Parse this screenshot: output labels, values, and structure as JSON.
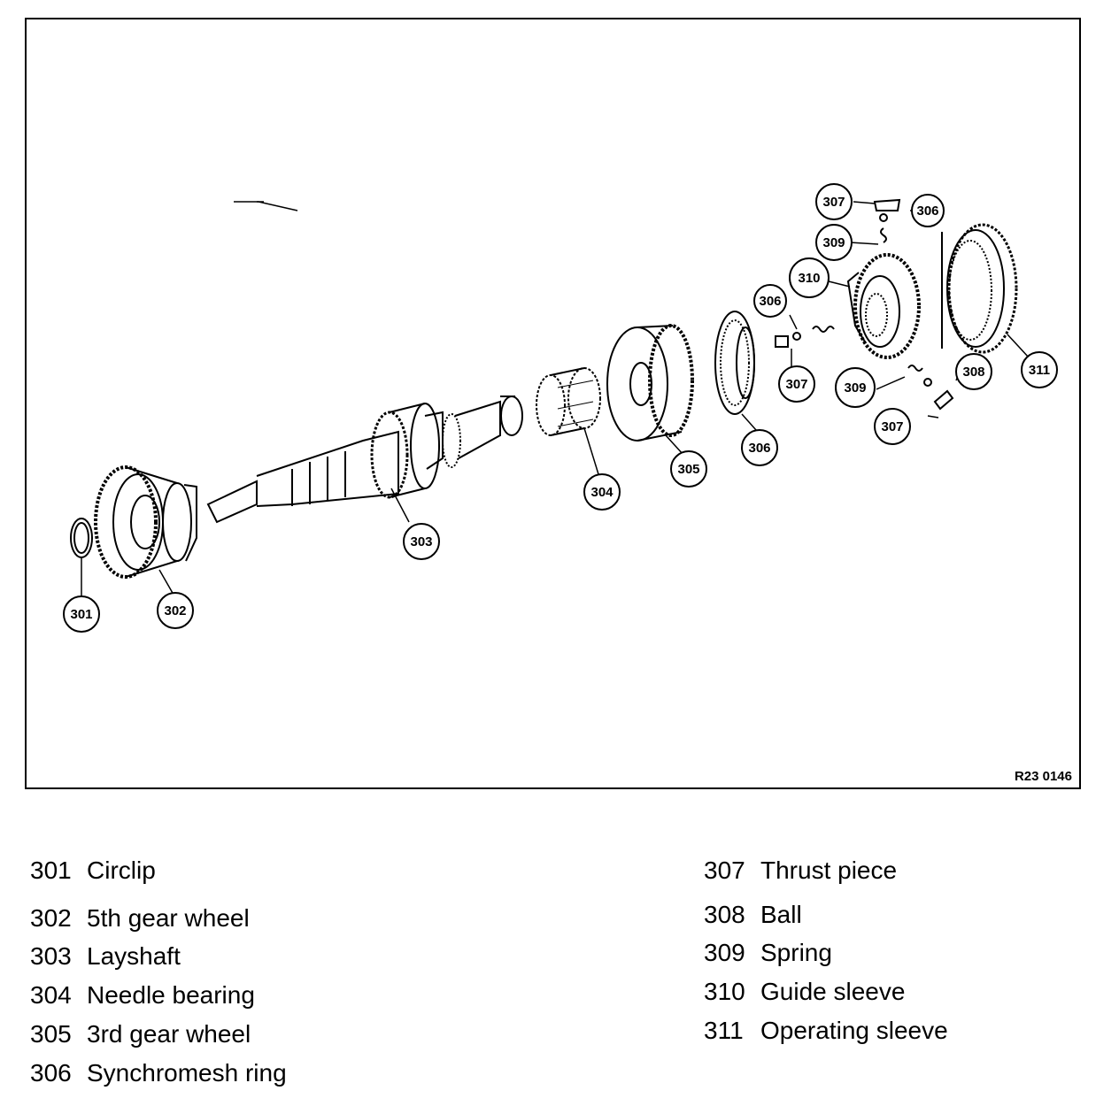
{
  "figure_ref": "R23 0146",
  "callouts": [
    "301",
    "302",
    "303",
    "304",
    "305",
    "306",
    "307",
    "308",
    "309",
    "310",
    "311"
  ],
  "legend": {
    "left": [
      {
        "num": "301",
        "label": "Circlip"
      },
      {
        "num": "302",
        "label": "5th gear wheel"
      },
      {
        "num": "303",
        "label": "Layshaft"
      },
      {
        "num": "304",
        "label": "Needle bearing"
      },
      {
        "num": "305",
        "label": "3rd gear wheel"
      },
      {
        "num": "306",
        "label": "Synchromesh ring"
      }
    ],
    "right": [
      {
        "num": "307",
        "label": "Thrust piece"
      },
      {
        "num": "308",
        "label": "Ball"
      },
      {
        "num": "309",
        "label": "Spring"
      },
      {
        "num": "310",
        "label": "Guide sleeve"
      },
      {
        "num": "311",
        "label": "Operating sleeve"
      }
    ]
  }
}
